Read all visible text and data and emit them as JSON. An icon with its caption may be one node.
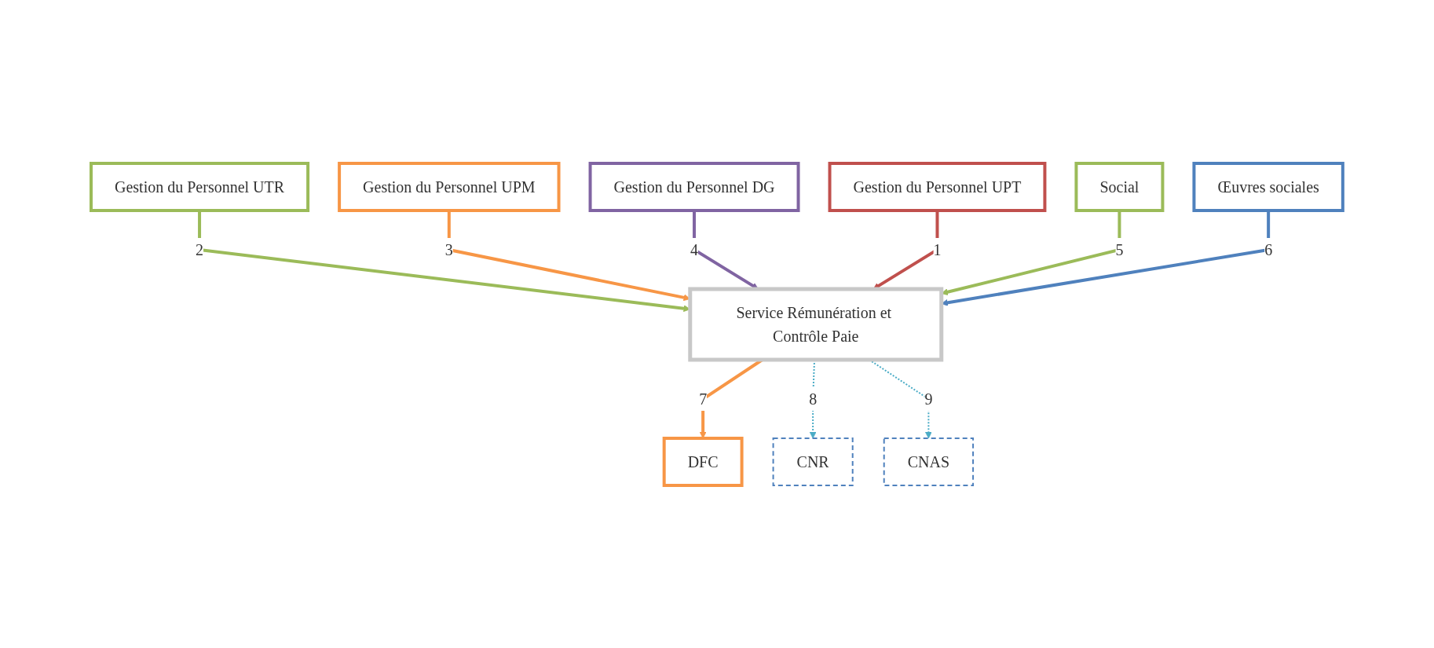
{
  "diagram": {
    "nodes": [
      {
        "text": [
          "Gestion du Personnel UPM"
        ]
      },
      {
        "text": [
          "Gestion du Personnel UTR"
        ]
      },
      {
        "text": [
          "Gestion du Personnel DG"
        ]
      },
      {
        "text": [
          "Gestion du Personnel UPT"
        ]
      },
      {
        "text": [
          "Service Rémunération et Contrôle Paie"
        ]
      },
      {
        "text": [
          "Social"
        ]
      },
      {
        "text": [
          "Œuvres sociales"
        ]
      },
      {
        "text": [
          "DFC"
        ]
      },
      {
        "text": [
          "CNR"
        ]
      },
      {
        "text": [
          "CNAS"
        ]
      }
    ],
    "edges": [
      {
        "from": 1,
        "to": 4,
        "arrow": "to",
        "label": "2",
        "color": "#9bbb59"
      },
      {
        "from": 0,
        "to": 4,
        "arrow": "to",
        "label": "3",
        "color": "#f79646"
      },
      {
        "from": 2,
        "to": 4,
        "arrow": "to",
        "label": "4",
        "color": "#8064a2"
      },
      {
        "from": 3,
        "to": 4,
        "arrow": "to",
        "label": "1",
        "color": "#c0504d"
      },
      {
        "from": 5,
        "to": 4,
        "arrow": "to",
        "label": "5",
        "color": "#9bbb59"
      },
      {
        "from": 6,
        "to": 4,
        "arrow": "to",
        "label": "6",
        "color": "#4f81bd"
      },
      {
        "from": 4,
        "to": 7,
        "arrow": "to",
        "label": "7",
        "color": "#f79646"
      },
      {
        "from": 4,
        "to": 8,
        "arrow": "to",
        "label": "8",
        "style": "dashed",
        "color": "#4bacc6"
      },
      {
        "from": 4,
        "to": 9,
        "arrow": "to",
        "label": "9",
        "style": "dashed",
        "color": "#4bacc6"
      }
    ]
  }
}
